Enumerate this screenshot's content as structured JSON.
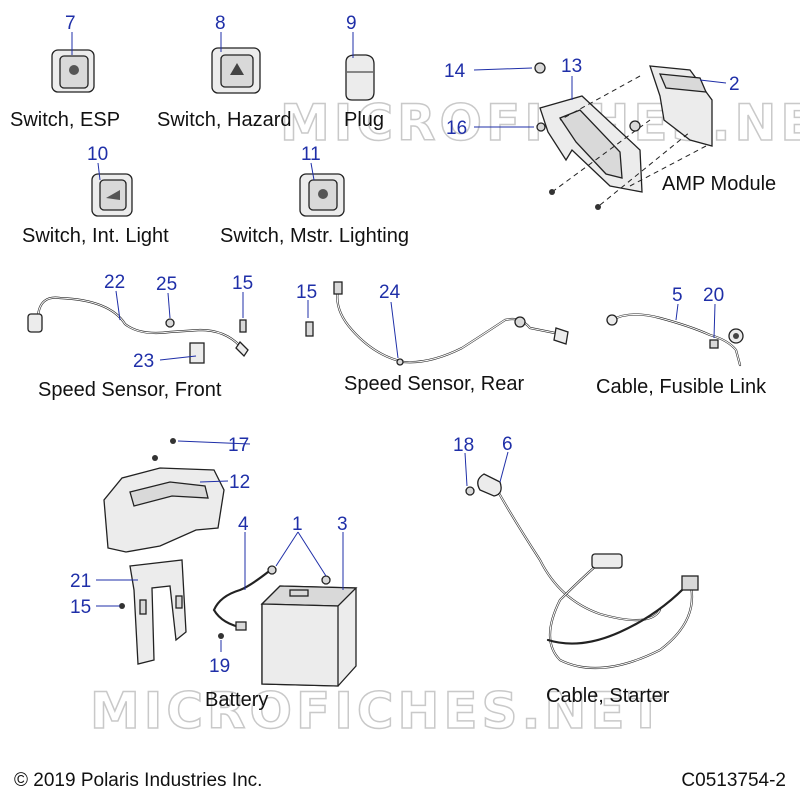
{
  "watermark": "MICROFICHES.NET",
  "callouts": {
    "c7": "7",
    "c8": "8",
    "c9": "9",
    "c14": "14",
    "c13": "13",
    "c2": "2",
    "c16": "16",
    "c10": "10",
    "c11": "11",
    "c22": "22",
    "c25": "25",
    "c15a": "15",
    "c15b": "15",
    "c24": "24",
    "c5": "5",
    "c20": "20",
    "c23": "23",
    "c17": "17",
    "c12": "12",
    "c18": "18",
    "c6": "6",
    "c4": "4",
    "c1": "1",
    "c3": "3",
    "c21": "21",
    "c15c": "15",
    "c19": "19"
  },
  "captions": {
    "switch_esp": "Switch, ESP",
    "switch_hazard": "Switch, Hazard",
    "plug": "Plug",
    "amp_module": "AMP Module",
    "switch_int_light": "Switch, Int. Light",
    "switch_mstr_lighting": "Switch, Mstr. Lighting",
    "speed_sensor_front": "Speed Sensor, Front",
    "speed_sensor_rear": "Speed Sensor, Rear",
    "cable_fusible_link": "Cable, Fusible Link",
    "battery": "Battery",
    "cable_starter": "Cable, Starter"
  },
  "footer": {
    "copyright": "© 2019 Polaris Industries Inc.",
    "code": "C0513754-2"
  }
}
